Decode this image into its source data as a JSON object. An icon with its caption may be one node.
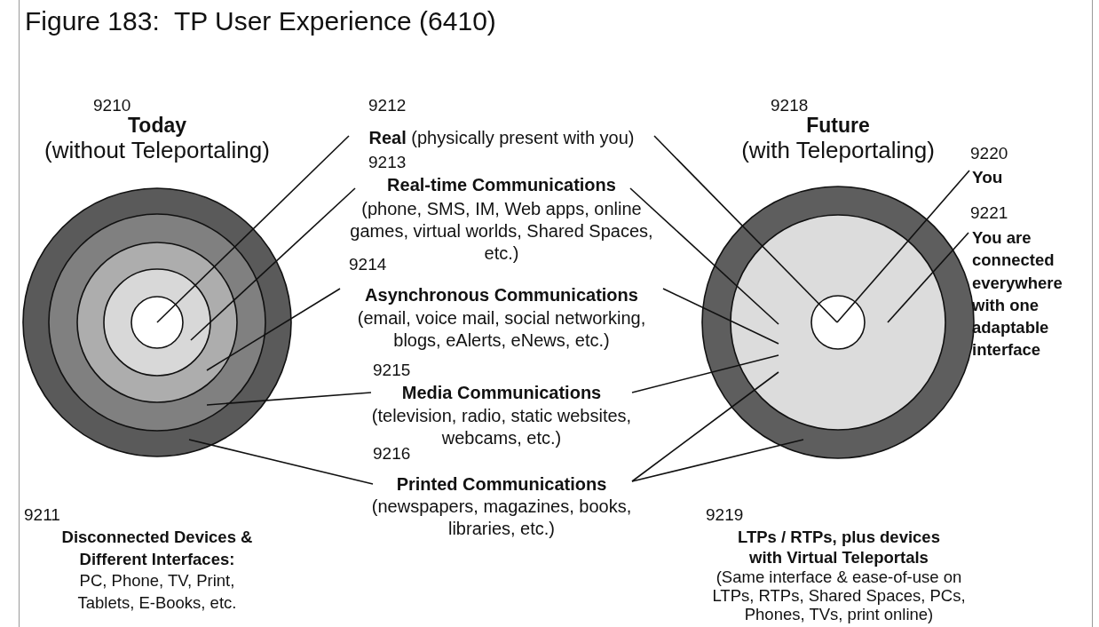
{
  "diagram": {
    "title": "Figure 183:  TP User Experience (6410)",
    "nodes": [
      {
        "text": [
          "9210",
          "Today",
          "(without Teleportaling)"
        ],
        "beside": [
          "9211",
          "Disconnected Devices & Different Interfaces:",
          "PC, Phone, TV, Print, Tablets, E-Books, etc."
        ]
      },
      {
        "text": [],
        "shape": "circle",
        "in": 0
      },
      {
        "text": [],
        "shape": "circle",
        "in": 1
      },
      {
        "text": [],
        "shape": "circle",
        "in": 2
      },
      {
        "text": [],
        "shape": "circle",
        "in": 3
      },
      {
        "text": [
          "9218",
          "Future",
          "(with Teleportaling)"
        ],
        "beside": [
          "9219",
          "LTPs / RTPs, plus devices with Virtual Teleportals",
          "(Same interface & ease-of-use on LTPs, RTPs, Shared Spaces, PCs, Phones, TVs, print online)"
        ]
      },
      {
        "text": [],
        "shape": "circle",
        "in": 5
      },
      {
        "text": [],
        "shape": "circle",
        "in": 6
      },
      {
        "text": [
          "9212",
          "**Real** (physically present with you)"
        ]
      },
      {
        "text": [
          "9213",
          "Real-time Communications",
          "(phone, SMS, IM, Web apps, online games, virtual worlds, Shared Spaces, etc.)"
        ]
      },
      {
        "text": [
          "9214",
          "Asynchronous Communications",
          "(email, voice mail, social networking, blogs, eAlerts, eNews, etc.)"
        ]
      },
      {
        "text": [
          "9215",
          "Media Communications",
          "(television, radio, static websites, webcams, etc.)"
        ]
      },
      {
        "text": [
          "9216",
          "Printed Communications",
          "(newspapers, magazines, books, libraries, etc.)"
        ]
      },
      {
        "text": [
          "9220",
          "You"
        ]
      },
      {
        "text": [
          "9221",
          "You are connected everywhere with one adaptable interface"
        ]
      }
    ],
    "edges": [
      {
        "from": 8,
        "to": 4,
        "arrow": "none"
      },
      {
        "from": 9,
        "to": 3,
        "arrow": "none"
      },
      {
        "from": 10,
        "to": 2,
        "arrow": "none"
      },
      {
        "from": 11,
        "to": 1,
        "arrow": "none"
      },
      {
        "from": 12,
        "to": 0,
        "arrow": "none"
      },
      {
        "from": 8,
        "to": 7,
        "arrow": "none"
      },
      {
        "from": 9,
        "to": 6,
        "arrow": "none"
      },
      {
        "from": 10,
        "to": 6,
        "arrow": "none"
      },
      {
        "from": 11,
        "to": 6,
        "arrow": "none"
      },
      {
        "from": 12,
        "to": 6,
        "arrow": "none"
      },
      {
        "from": 12,
        "to": 5,
        "arrow": "none"
      },
      {
        "from": 13,
        "to": 7,
        "arrow": "none"
      },
      {
        "from": 14,
        "to": 6,
        "arrow": "none"
      }
    ]
  }
}
